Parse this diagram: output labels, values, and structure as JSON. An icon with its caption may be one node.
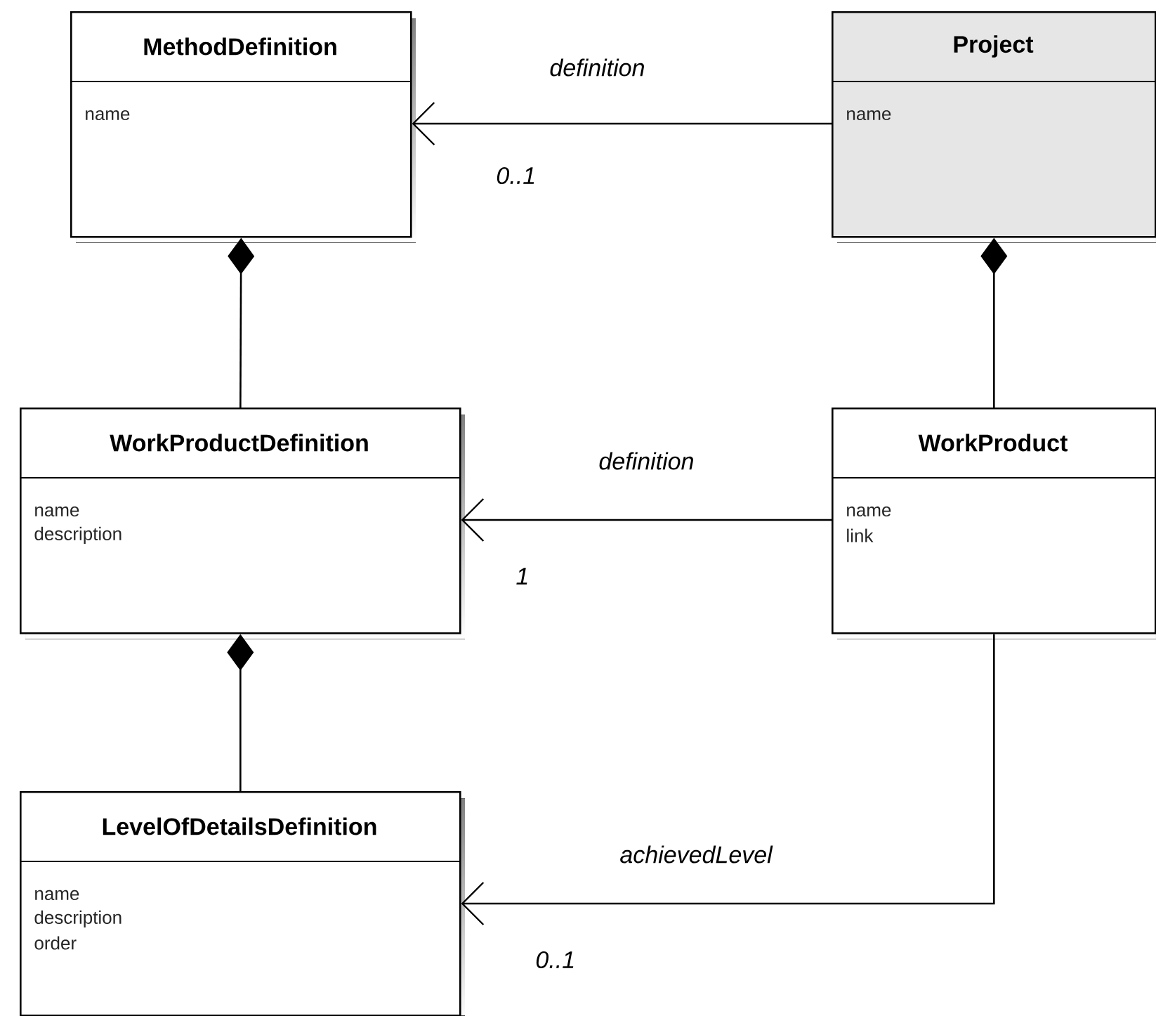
{
  "diagram": {
    "nodes": [
      {
        "text": [
          "MethodDefinition",
          "name"
        ]
      },
      {
        "text": [
          "Project",
          "name"
        ]
      },
      {
        "text": [
          "WorkProductDefinition",
          "name",
          "description"
        ]
      },
      {
        "text": [
          "WorkProduct",
          "name",
          "link"
        ]
      },
      {
        "text": [
          "LevelOfDetailsDefinition",
          "name",
          "description",
          "order"
        ]
      }
    ],
    "edges": [
      {
        "from": 1,
        "to": 0,
        "arrow": "to",
        "label": "definition"
      },
      {
        "from": 0,
        "to": 2,
        "arrow": "other"
      },
      {
        "from": 1,
        "to": 3,
        "arrow": "other"
      },
      {
        "from": 3,
        "to": 2,
        "arrow": "to",
        "label": "definition"
      },
      {
        "from": 2,
        "to": 4,
        "arrow": "other"
      },
      {
        "from": 3,
        "to": 4,
        "arrow": "to",
        "label": "achievedLevel"
      }
    ],
    "labels": [
      "0..1",
      "1",
      "0..1"
    ]
  }
}
